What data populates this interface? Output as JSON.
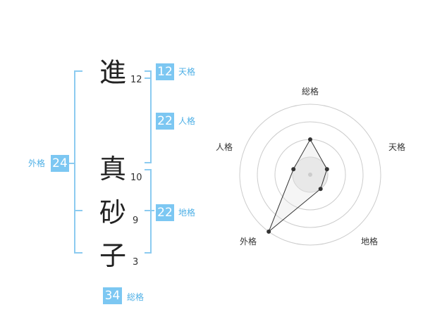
{
  "name": {
    "surname": [
      {
        "char": "進",
        "strokes": "12"
      }
    ],
    "given": [
      {
        "char": "真",
        "strokes": "10"
      },
      {
        "char": "砂",
        "strokes": "9"
      },
      {
        "char": "子",
        "strokes": "3"
      }
    ]
  },
  "kakusu": {
    "tenkaku": {
      "value": "12",
      "label": "天格"
    },
    "jinkaku": {
      "value": "22",
      "label": "人格"
    },
    "chikaku": {
      "value": "22",
      "label": "地格"
    },
    "gaikaku": {
      "value": "24",
      "label": "外格"
    },
    "soukaku": {
      "value": "34",
      "label": "総格"
    }
  },
  "colors": {
    "badge": "#7cc7f2",
    "bracket": "#8ccbf0",
    "label": "#4fb0e6"
  },
  "chart_data": {
    "type": "radar",
    "axes": [
      "総格",
      "天格",
      "地格",
      "外格",
      "人格"
    ],
    "levels": 4,
    "values": [
      0.5,
      0.25,
      0.25,
      1.0,
      0.25
    ]
  }
}
